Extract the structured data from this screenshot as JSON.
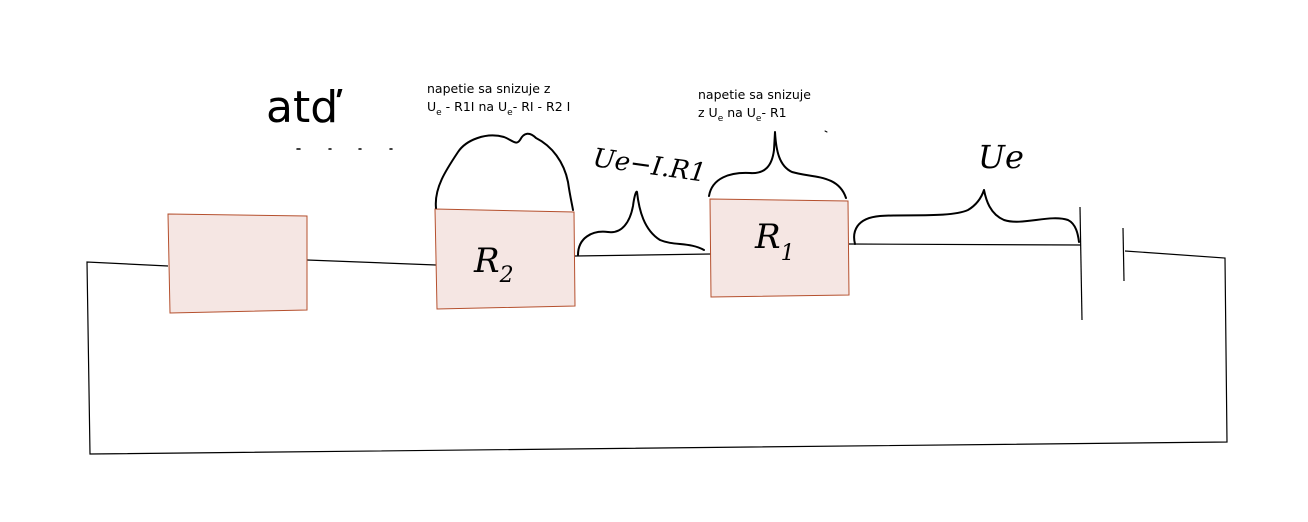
{
  "text": {
    "etc": "atď",
    "note_left": {
      "line1": "napetie sa snizuje z",
      "l2_a": "U",
      "l2_a_sub": "e",
      "l2_b": " - R1I na U",
      "l2_b_sub": "e",
      "l2_c": "- RI - R2 I"
    },
    "note_right": {
      "line1": "napetie sa snizuje",
      "l2_a": "z U",
      "l2_a_sub": "e",
      "l2_b": " na U",
      "l2_b_sub": "e",
      "l2_c": "- R1"
    },
    "hand_r2": "R",
    "hand_r2_sub": "2",
    "hand_r1": "R",
    "hand_r1_sub": "1",
    "hand_mid": "Ue−I.R1",
    "hand_ue": "Ue"
  },
  "colors": {
    "resistor_fill": "#f5e6e3",
    "resistor_stroke": "#b5502e",
    "ink": "#000000"
  }
}
